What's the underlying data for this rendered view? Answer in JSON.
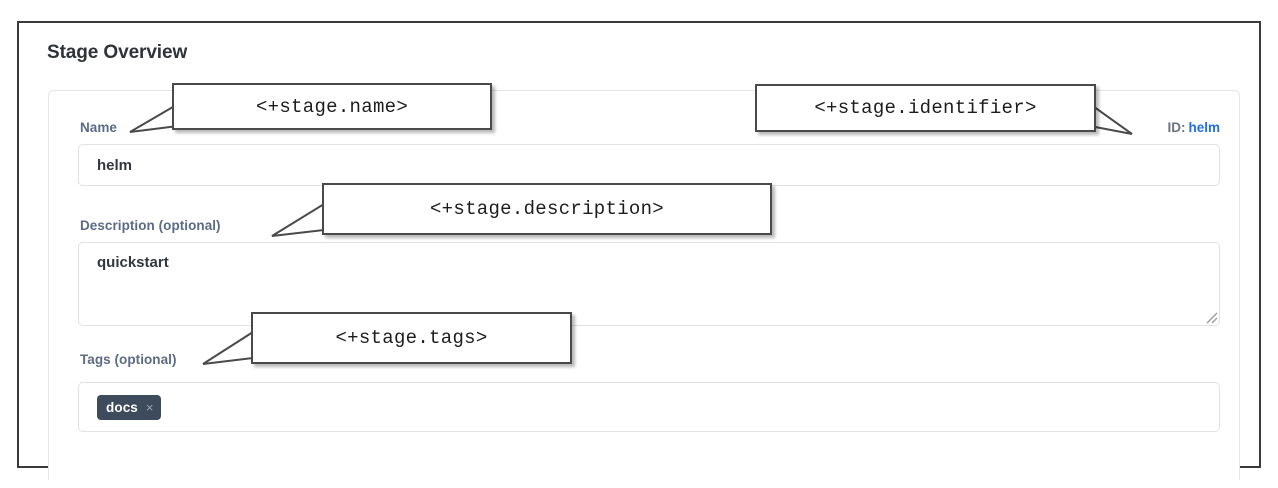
{
  "section": {
    "title": "Stage Overview"
  },
  "form": {
    "name": {
      "label": "Name",
      "value": "helm",
      "placeholder": ""
    },
    "identifier": {
      "key": "ID:",
      "value": "helm"
    },
    "description": {
      "label": "Description (optional)",
      "value": "quickstart",
      "placeholder": ""
    },
    "tags": {
      "label": "Tags (optional)",
      "chips": [
        {
          "text": "docs",
          "remove": "×"
        }
      ]
    }
  },
  "callouts": [
    {
      "text": "<+stage.name>"
    },
    {
      "text": "<+stage.identifier>"
    },
    {
      "text": "<+stage.description>"
    },
    {
      "text": "<+stage.tags>"
    }
  ],
  "colors": {
    "label": "#5b6b85",
    "link": "#1f6feb",
    "tag_chip_bg": "#3d4b5c",
    "frame_border": "#3a3a3a",
    "input_border": "#e0e2e5"
  }
}
